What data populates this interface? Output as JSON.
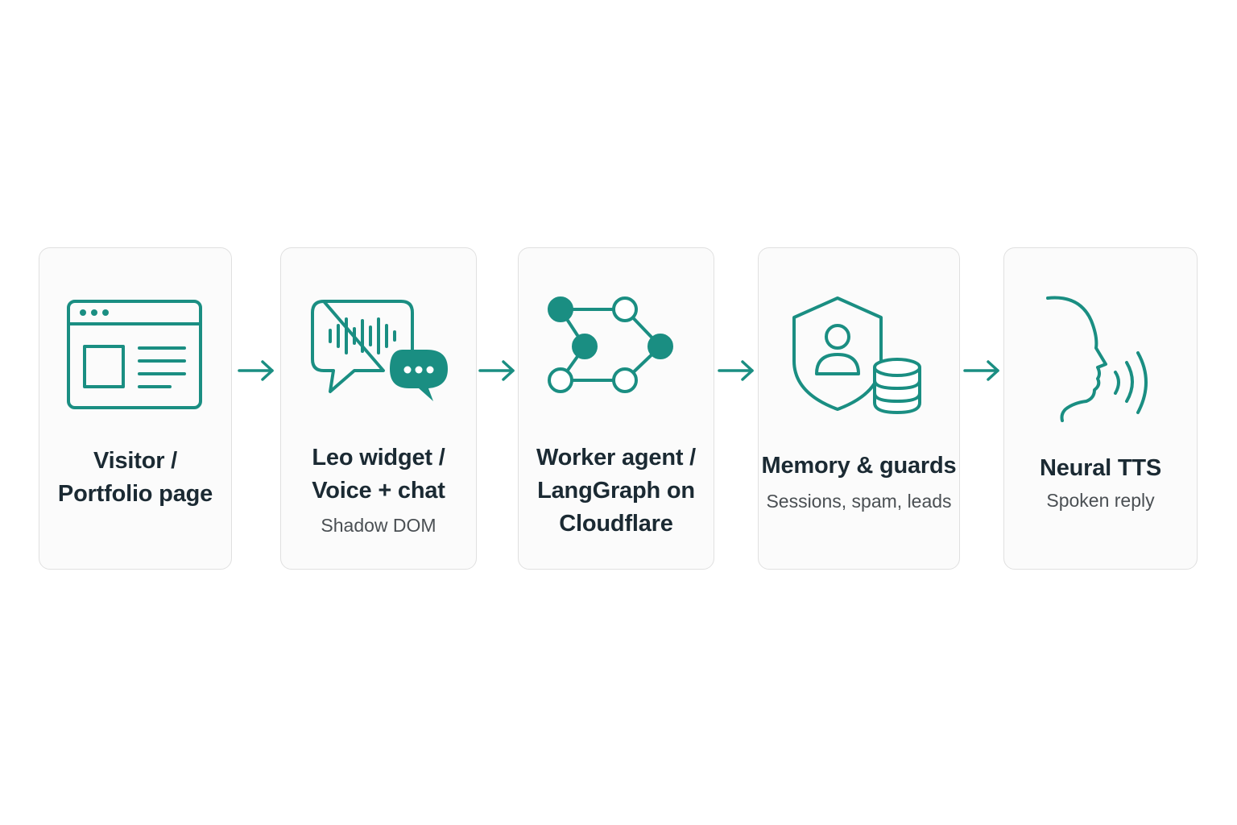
{
  "colors": {
    "accent": "#1a8e82",
    "text": "#1b2a33",
    "subtext": "#4a4f53",
    "card_border": "#e0e0e0",
    "card_bg": "#fbfbfb"
  },
  "steps": [
    {
      "icon": "browser-window-icon",
      "title_lines": [
        "Visitor /",
        "Portfolio page"
      ],
      "subtitle": ""
    },
    {
      "icon": "voice-chat-bubbles-icon",
      "title_lines": [
        "Leo widget /",
        "Voice + chat"
      ],
      "subtitle": "Shadow DOM"
    },
    {
      "icon": "graph-nodes-icon",
      "title_lines": [
        "Worker agent /",
        "LangGraph on",
        "Cloudflare"
      ],
      "subtitle": ""
    },
    {
      "icon": "shield-user-database-icon",
      "title_lines": [
        "Memory & guards"
      ],
      "subtitle": "Sessions, spam, leads"
    },
    {
      "icon": "speaking-head-icon",
      "title_lines": [
        "Neural TTS"
      ],
      "subtitle": "Spoken reply"
    }
  ]
}
